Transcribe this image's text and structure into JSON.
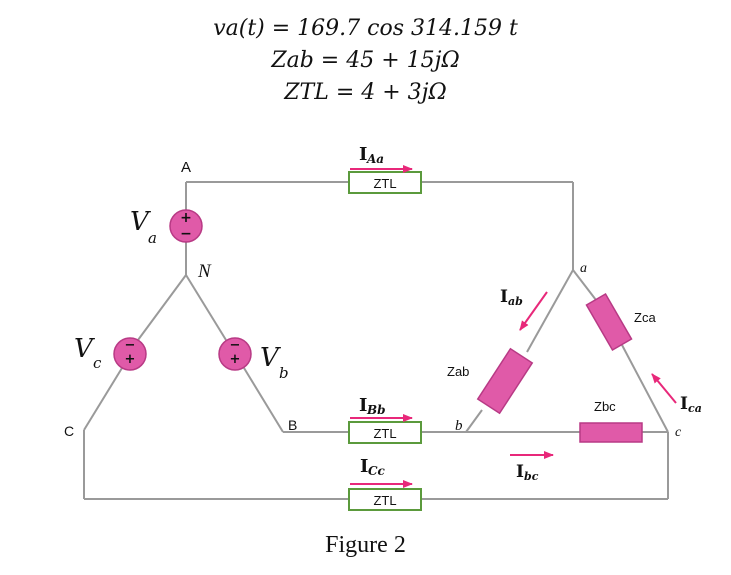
{
  "equations": {
    "line1": "va(t) = 169.7 cos 314.159 t",
    "line2": "Zab = 45 + 15jΩ",
    "line3": "ZTL = 4 + 3jΩ"
  },
  "nodes": {
    "A": "A",
    "B": "B",
    "C": "C",
    "N": "N",
    "a": "a",
    "b": "b",
    "c": "c"
  },
  "sources": {
    "va": {
      "letter": "V",
      "sub": "a"
    },
    "vb": {
      "letter": "V",
      "sub": "b"
    },
    "vc": {
      "letter": "V",
      "sub": "c"
    }
  },
  "impedances": {
    "ztl": "ZTL",
    "zab": "Zab",
    "zbc": "Zbc",
    "zca": "Zca"
  },
  "currents": {
    "IAa": {
      "main": "I",
      "sub": "Aa"
    },
    "IBb": {
      "main": "I",
      "sub": "Bb"
    },
    "ICc": {
      "main": "I",
      "sub": "Cc"
    },
    "Iab": {
      "main": "I",
      "sub": "ab"
    },
    "Ibc": {
      "main": "I",
      "sub": "bc"
    },
    "Ica": {
      "main": "I",
      "sub": "ca"
    }
  },
  "colors": {
    "wire": "#9a9a9a",
    "load": "#e05aa8",
    "arrow": "#e8287a",
    "ztl_box": "#5b9a3c"
  },
  "caption": "Figure 2"
}
